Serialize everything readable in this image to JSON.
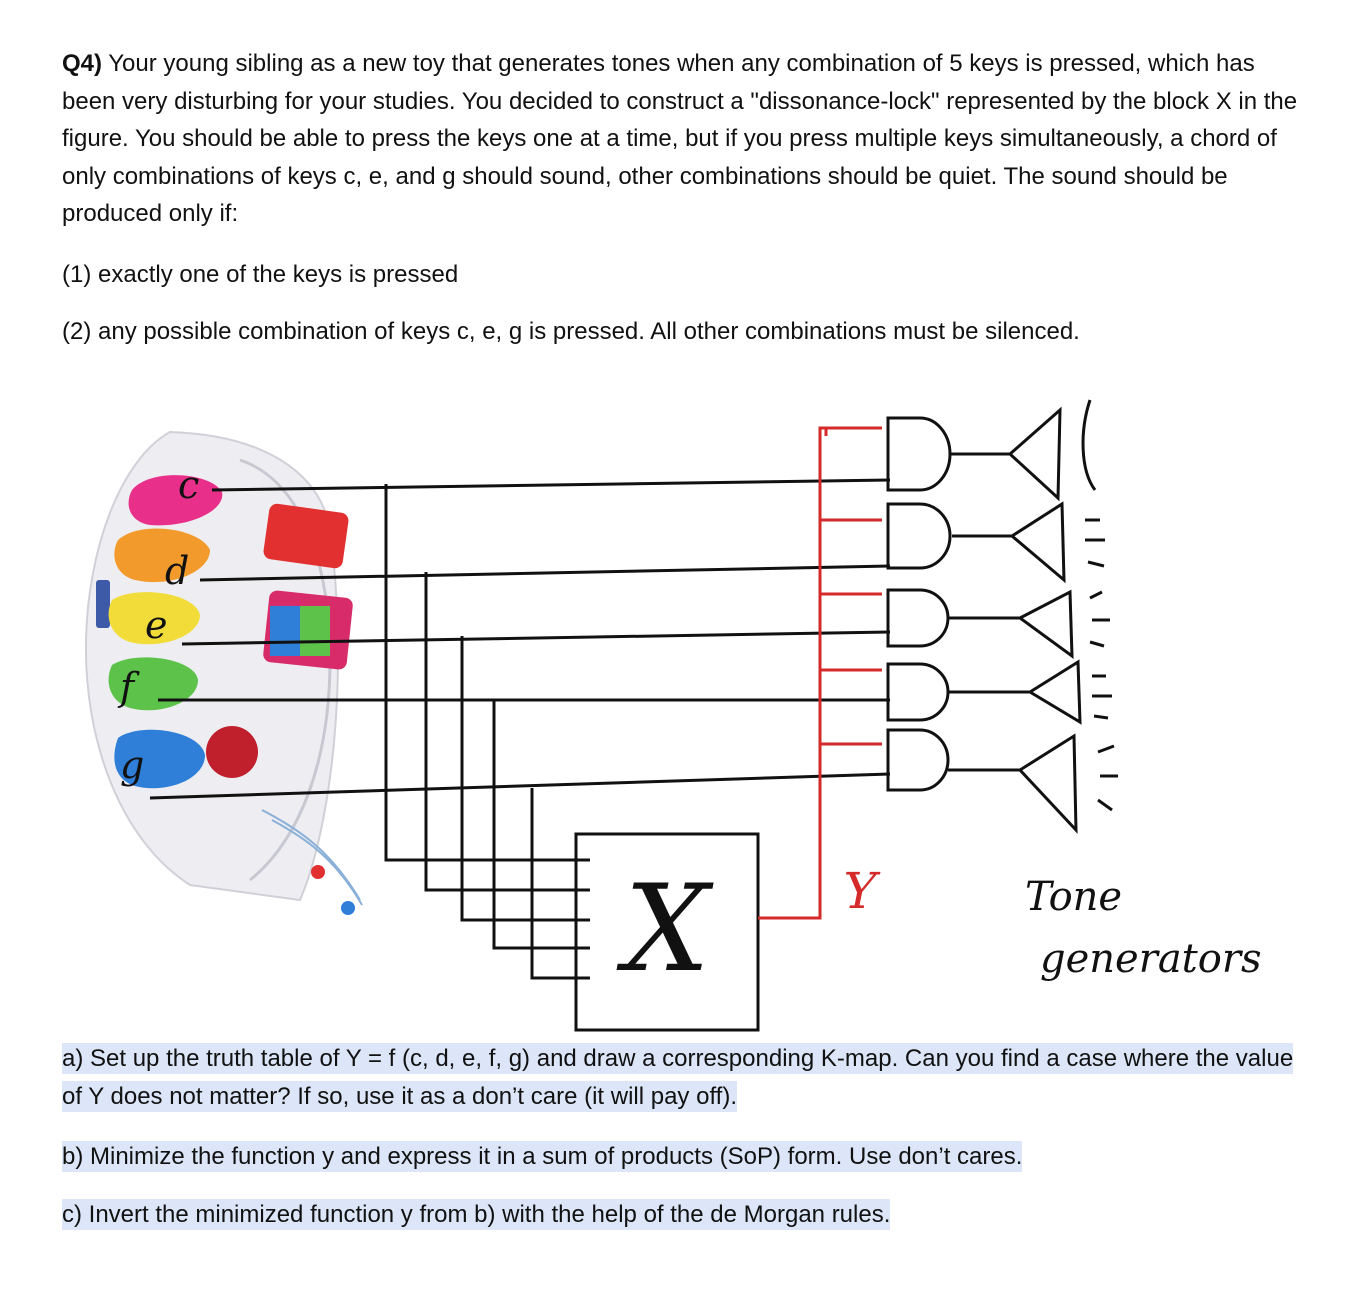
{
  "question": {
    "label": "Q4)",
    "intro": " Your young sibling as a new toy that generates tones when any combination of 5 keys is pressed, which has been very disturbing for your studies. You decided to construct a \"dissonance-lock\" represented by the block X in the figure. You should be able to press the keys one at a time, but if you press multiple keys simultaneously, a chord of only combinations of keys c, e, and g should sound, other combinations should be quiet. The sound should be produced only if:",
    "condition_1": "(1) exactly one of the keys is pressed",
    "condition_2": "(2) any possible combination of keys c, e, g is pressed.  All other combinations must be silenced."
  },
  "figure": {
    "keys": [
      "c",
      "d",
      "e",
      "f",
      "g"
    ],
    "block_label": "X",
    "output_label": "Y",
    "tone_label_line1": "Tone",
    "tone_label_line2": "generators",
    "colors": {
      "ink": "#111111",
      "red_wire": "#d42a2a",
      "key_c": "#e8308a",
      "key_d": "#f39a2c",
      "key_e": "#f2dc3a",
      "key_f": "#5cc24a",
      "key_g": "#2f7fd8",
      "toy_body": "#eeeef2"
    }
  },
  "tasks": {
    "a": "a) Set up the truth table of Y = f (c, d, e, f, g) and draw a corresponding K-map. Can you find a case where the value of Y does not matter? If so, use it as a don’t care (it will pay off).",
    "b": "b) Minimize the function y and express it in a sum of products (SoP) form. Use don’t cares.",
    "c": "c) Invert the minimized function y from b) with the help of the de Morgan rules."
  }
}
